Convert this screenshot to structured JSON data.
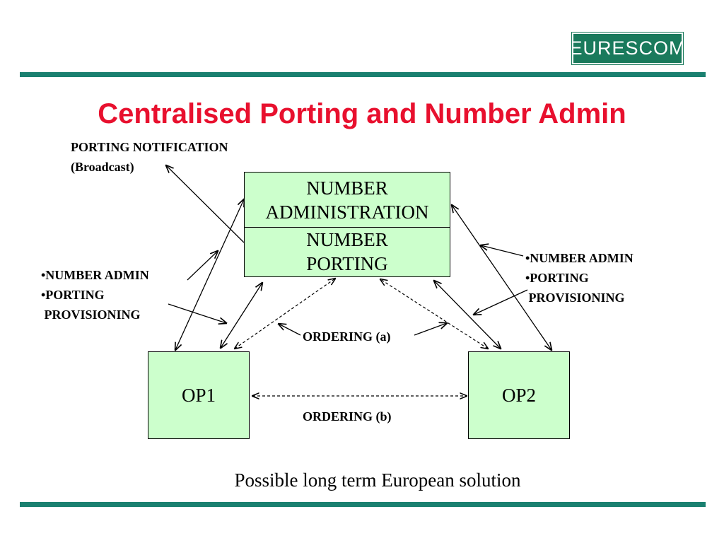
{
  "header": {
    "logo_text": "EURESCOM"
  },
  "title": "Centralised Porting and Number Admin",
  "nodes": {
    "number_administration": [
      "NUMBER",
      "ADMINISTRATION"
    ],
    "number_porting": [
      "NUMBER",
      "PORTING"
    ],
    "op1": "OP1",
    "op2": "OP2"
  },
  "labels": {
    "porting_notification": [
      "PORTING NOTIFICATION",
      "(Broadcast)"
    ],
    "left_provisioning": [
      "•NUMBER ADMIN",
      "•PORTING",
      " PROVISIONING"
    ],
    "right_provisioning": [
      "•NUMBER ADMIN",
      "•PORTING",
      " PROVISIONING"
    ],
    "ordering_a": "ORDERING (a)",
    "ordering_b": "ORDERING (b)"
  },
  "caption": "Possible long term European solution",
  "colors": {
    "title": "#e8102e",
    "rule": "#1a8070",
    "logo": "#1a7a5c",
    "box_fill": "#ccffcc"
  }
}
